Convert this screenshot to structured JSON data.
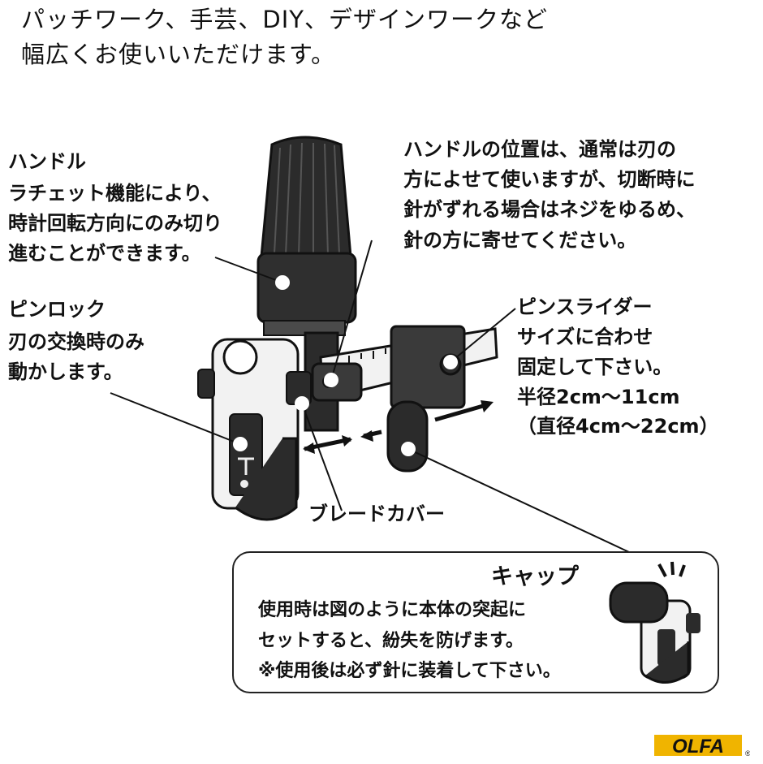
{
  "headline": {
    "line1": "パッチワーク、手芸、DIY、デザインワークなど",
    "line2": "幅広くお使いいただけます。"
  },
  "handle_callout": {
    "title": "ハンドル",
    "lines": [
      "ラチェット機能により、",
      "時計回転方向にのみ切り",
      "進むことができます。"
    ]
  },
  "pinlock_callout": {
    "title": "ピンロック",
    "lines": [
      "刃の交換時のみ",
      "動かします。"
    ]
  },
  "position_note": {
    "lines": [
      "ハンドルの位置は、通常は刃の",
      "方によせて使いますが、切断時に",
      "針がずれる場合はネジをゆるめ、",
      "針の方に寄せてください。"
    ]
  },
  "pin_slider_callout": {
    "title": "ピンスライダー",
    "lines": [
      "サイズに合わせ",
      "固定して下さい。",
      "半径2cm〜11cm",
      "（直径4cm〜22cm）"
    ]
  },
  "blade_cover_label": "ブレードカバー",
  "cap_box": {
    "title": "キャップ",
    "lines": [
      "使用時は図のように本体の突起に",
      "セットすると、紛失を防げます。",
      "※使用後は必ず針に装着して下さい。"
    ]
  },
  "brand": {
    "logo_text": "OLFA",
    "registered_mark": "®",
    "logo_color": "#f0b400",
    "ink_color": "#111111"
  },
  "colors": {
    "body_dark": "#2b2b2b",
    "body_mid": "#4a4a4a",
    "frame_light": "#f2f2f2",
    "outline": "#111111"
  }
}
